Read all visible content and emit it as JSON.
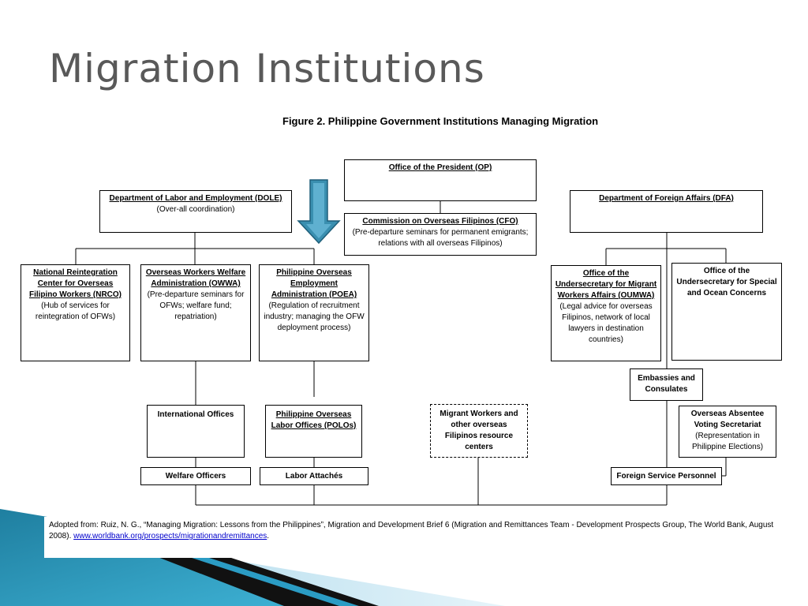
{
  "slide": {
    "title": "Migration Institutions",
    "caption": "Figure 2.  Philippine Government Institutions Managing Migration"
  },
  "boxes": {
    "op": {
      "title": "Office of the President (OP)"
    },
    "dole": {
      "title": "Department of Labor and Employment (DOLE)",
      "desc": "(Over-all coordination)"
    },
    "cfo": {
      "title": "Commission on Overseas Filipinos (CFO)",
      "desc": "(Pre-departure seminars for permanent emigrants; relations with all overseas Filipinos)"
    },
    "dfa": {
      "title": "Department of Foreign Affairs (DFA)"
    },
    "nrco": {
      "title": "National Reintegration Center for Overseas Filipino Workers (NRCO)",
      "desc": "(Hub of services for reintegration of OFWs)"
    },
    "owwa": {
      "title": "Overseas Workers Welfare Administration (OWWA)",
      "desc": "(Pre-departure seminars for OFWs; welfare fund; repatriation)"
    },
    "poea": {
      "title": "Philippine Overseas Employment Administration (POEA)",
      "desc": "(Regulation of recruitment industry; managing the OFW deployment process)"
    },
    "oumwa": {
      "title": "Office of the Undersecretary for Migrant Workers Affairs (OUMWA)",
      "desc": "(Legal advice for overseas Filipinos, network of local lawyers in destination countries)"
    },
    "special": {
      "title": "Office of the Undersecretary for Special and Ocean Concerns"
    },
    "embassies": {
      "title": "Embassies and Consulates"
    },
    "intl": {
      "title": "International Offices"
    },
    "polo": {
      "title": "Philippine Overseas Labor Offices (POLOs)"
    },
    "resource": {
      "title": "Migrant Workers and other overseas Filipinos resource centers"
    },
    "ovs": {
      "title": "Overseas Absentee Voting Secretariat",
      "desc": "(Representation in Philippine Elections)"
    },
    "welfare": {
      "title": "Welfare Officers"
    },
    "labor": {
      "title": "Labor Attachés"
    },
    "fsp": {
      "title": "Foreign Service Personnel"
    }
  },
  "footer": {
    "text": "Adopted from:  Ruiz, N. G., “Managing Migration: Lessons from the Philippines”, Migration and Development Brief 6 (Migration and Remittances Team - Development Prospects Group, The World Bank, August 2008). ",
    "link": "www.worldbank.org/prospects/migrationandremittances",
    "end": "."
  },
  "colors": {
    "title": "#595959",
    "arrow": "#3a8fb0",
    "accent": "#2b9cc4"
  }
}
